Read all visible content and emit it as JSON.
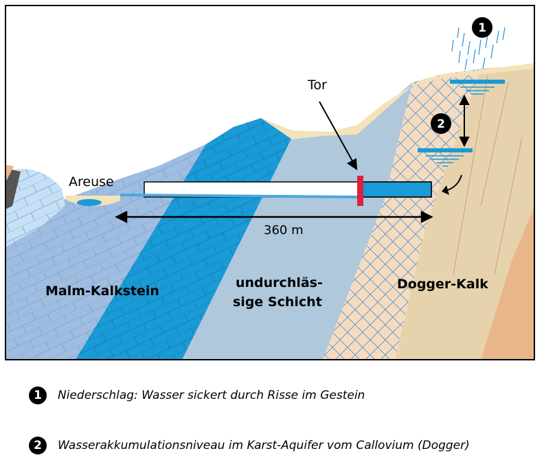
{
  "labels": {
    "tor": "Tor",
    "areuse": "Areuse",
    "distance": "360 m",
    "malm": "Malm-Kalkstein",
    "undurch_1": "undurchläs-",
    "undurch_2": "sige Schicht",
    "dogger": "Dogger-Kalk"
  },
  "markers": {
    "one": "1",
    "two": "2"
  },
  "legend": [
    {
      "badge": "1",
      "text": "Niederschlag: Wasser sickert durch Risse im Gestein"
    },
    {
      "badge": "2",
      "text": "Wasserakkumulationsniveau im Karst-Aquifer vom Callovium (Dogger)"
    }
  ],
  "colors": {
    "malm": "#9fbde0",
    "malm_light": "#c6e0f5",
    "deep_blue": "#1a9ad6",
    "grey_blue": "#afc8dc",
    "dogger": "#f5dcc0",
    "tan": "#e6d3ad",
    "orange": "#e9b68a",
    "soil": "#f4e2b8",
    "gate": "#e0203a",
    "water": "#4aa8e0"
  }
}
